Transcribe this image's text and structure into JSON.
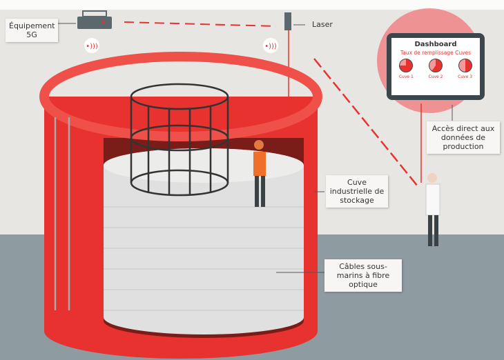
{
  "labels": {
    "equipment": "Équipement 5G",
    "laser": "Laser",
    "access": "Accès direct aux données de production",
    "tank": "Cuve industrielle de stockage",
    "cables": "Câbles sous-marins à fibre optique"
  },
  "dashboard": {
    "title": "Dashboard",
    "subtitle": "Taux de remplissage Cuves",
    "gauges": [
      {
        "label": "Cuve 1",
        "fill": 0.75
      },
      {
        "label": "Cuve 2",
        "fill": 0.6
      },
      {
        "label": "Cuve 3",
        "fill": 0.5
      }
    ]
  },
  "colors": {
    "accent": "#e8322f",
    "background": "#e8e6e3",
    "floor": "#8e9ba1"
  }
}
